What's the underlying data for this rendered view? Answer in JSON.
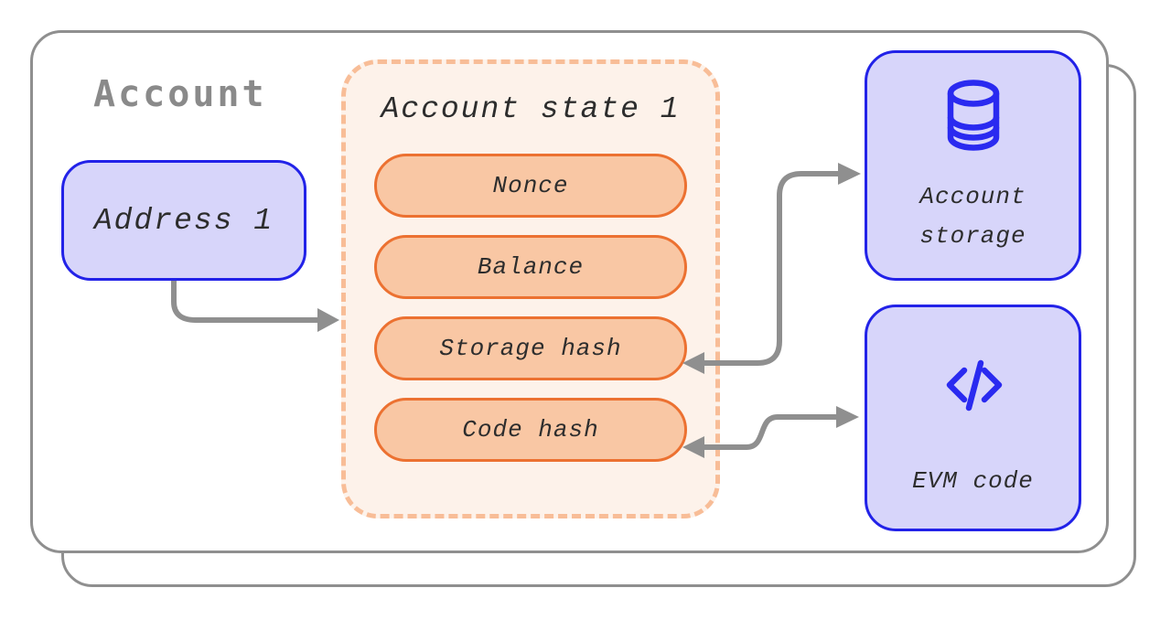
{
  "card": {
    "title": "Account"
  },
  "address": {
    "label": "Address 1"
  },
  "account_state": {
    "title": "Account state 1",
    "fields": [
      "Nonce",
      "Balance",
      "Storage hash",
      "Code hash"
    ]
  },
  "storage_box": {
    "icon": "database-icon",
    "label_lines": [
      "Account",
      "storage"
    ]
  },
  "evm_box": {
    "icon": "code-icon",
    "label": "EVM code"
  },
  "connections": [
    {
      "from": "Address 1",
      "to": "Account state 1",
      "direction": "one-way"
    },
    {
      "from": "Storage hash",
      "to": "Account storage",
      "direction": "two-way"
    },
    {
      "from": "Code hash",
      "to": "EVM code",
      "direction": "two-way"
    }
  ],
  "theme": {
    "blue": "#2222e8",
    "blue_icon": "#2a2af0",
    "lavender": "#d7d5fa",
    "orange": "#ec7131",
    "orange_fill": "#f9c7a4",
    "peach": "#fdf2ea",
    "peach_dash": "#f8bd97",
    "gray": "#8f8f8f",
    "gray_text": "#8a8a8a",
    "ink": "#2d2d2d"
  }
}
